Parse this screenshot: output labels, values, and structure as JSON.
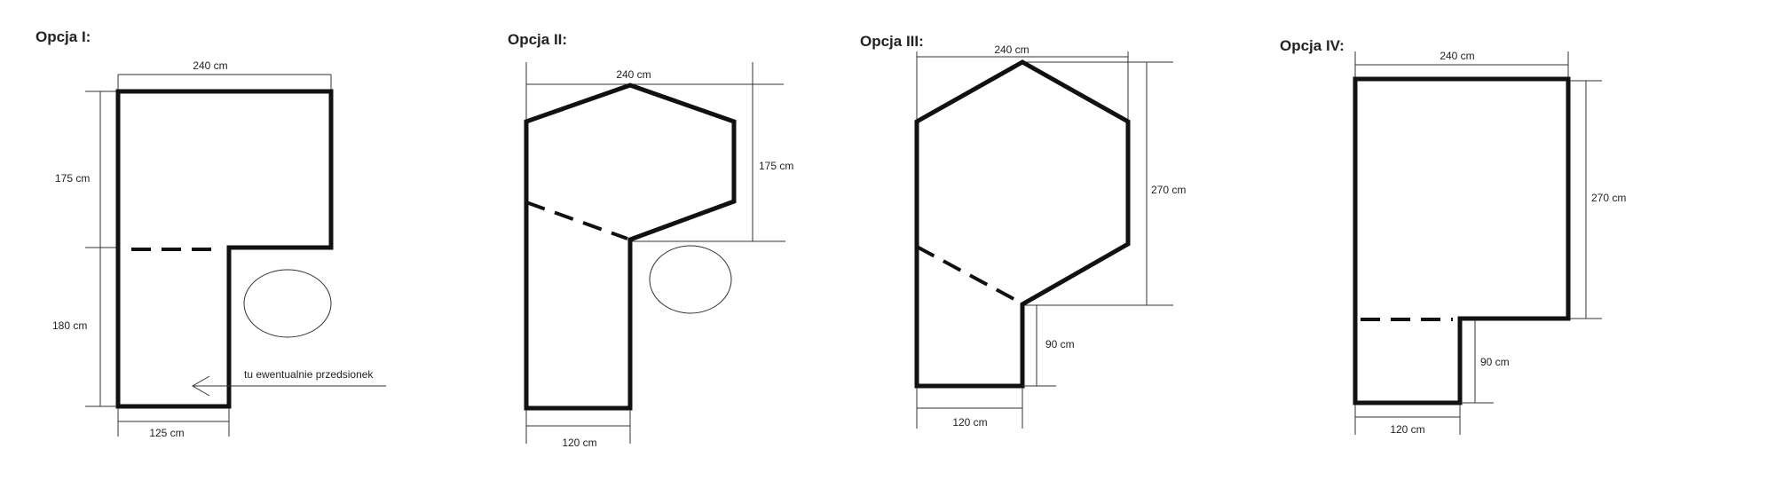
{
  "options": [
    {
      "title": "Opcja I:",
      "dims": {
        "top": "240 cm",
        "left_upper": "175 cm",
        "left_lower": "180 cm",
        "bottom": "125 cm"
      },
      "annotation": "tu ewentualnie przedsionek"
    },
    {
      "title": "Opcja II:",
      "dims": {
        "top": "240 cm",
        "right": "175 cm",
        "bottom": "120 cm"
      }
    },
    {
      "title": "Opcja III:",
      "dims": {
        "top": "240 cm",
        "right": "270 cm",
        "lower": "90 cm",
        "bottom": "120 cm"
      }
    },
    {
      "title": "Opcja IV:",
      "dims": {
        "top": "240 cm",
        "right": "270 cm",
        "lower": "90 cm",
        "bottom": "120 cm"
      }
    }
  ]
}
